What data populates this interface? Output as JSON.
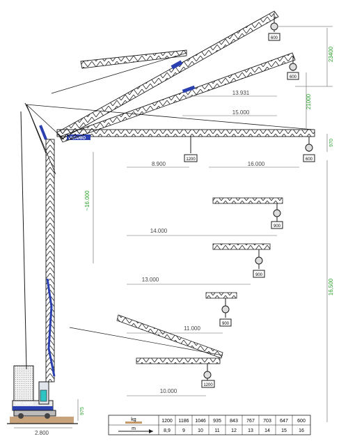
{
  "brand": "VICARIO",
  "colors": {
    "steel": "#1a1a1a",
    "brand_blue": "#2a3fb0",
    "dim_green": "#2aa02a",
    "dim_line": "#888888",
    "base_tan": "#c8a27a",
    "table_tan": "#c79a6a",
    "cab_cyan": "#2ec4c4"
  },
  "dimensions": {
    "height_23400": "23400",
    "height_21000": "21000",
    "height_970": "970",
    "height_16500": "16,500",
    "height_16000": "~16.000",
    "base_975": "975",
    "base_2800": "2.800",
    "reach_13931": "13.931",
    "reach_15000": "15.000",
    "reach_8900": "8.900",
    "reach_16000": "16.000",
    "reach_14000": "14.000",
    "reach_13000": "13.000",
    "reach_11000": "11.000",
    "reach_10000": "10.000"
  },
  "loads": {
    "top": "600",
    "second": "600",
    "main_tip": "600",
    "main_mid": "1200",
    "pos_14m": "900",
    "pos_13m": "900",
    "pos_11m": "900",
    "pos_10m": "1200"
  },
  "load_table": {
    "row1_label": "kg",
    "row2_label": "m",
    "kg": [
      "1200",
      "1186",
      "1046",
      "935",
      "843",
      "767",
      "703",
      "647",
      "600"
    ],
    "m": [
      "8,9",
      "9",
      "10",
      "11",
      "12",
      "13",
      "14",
      "15",
      "16"
    ]
  }
}
